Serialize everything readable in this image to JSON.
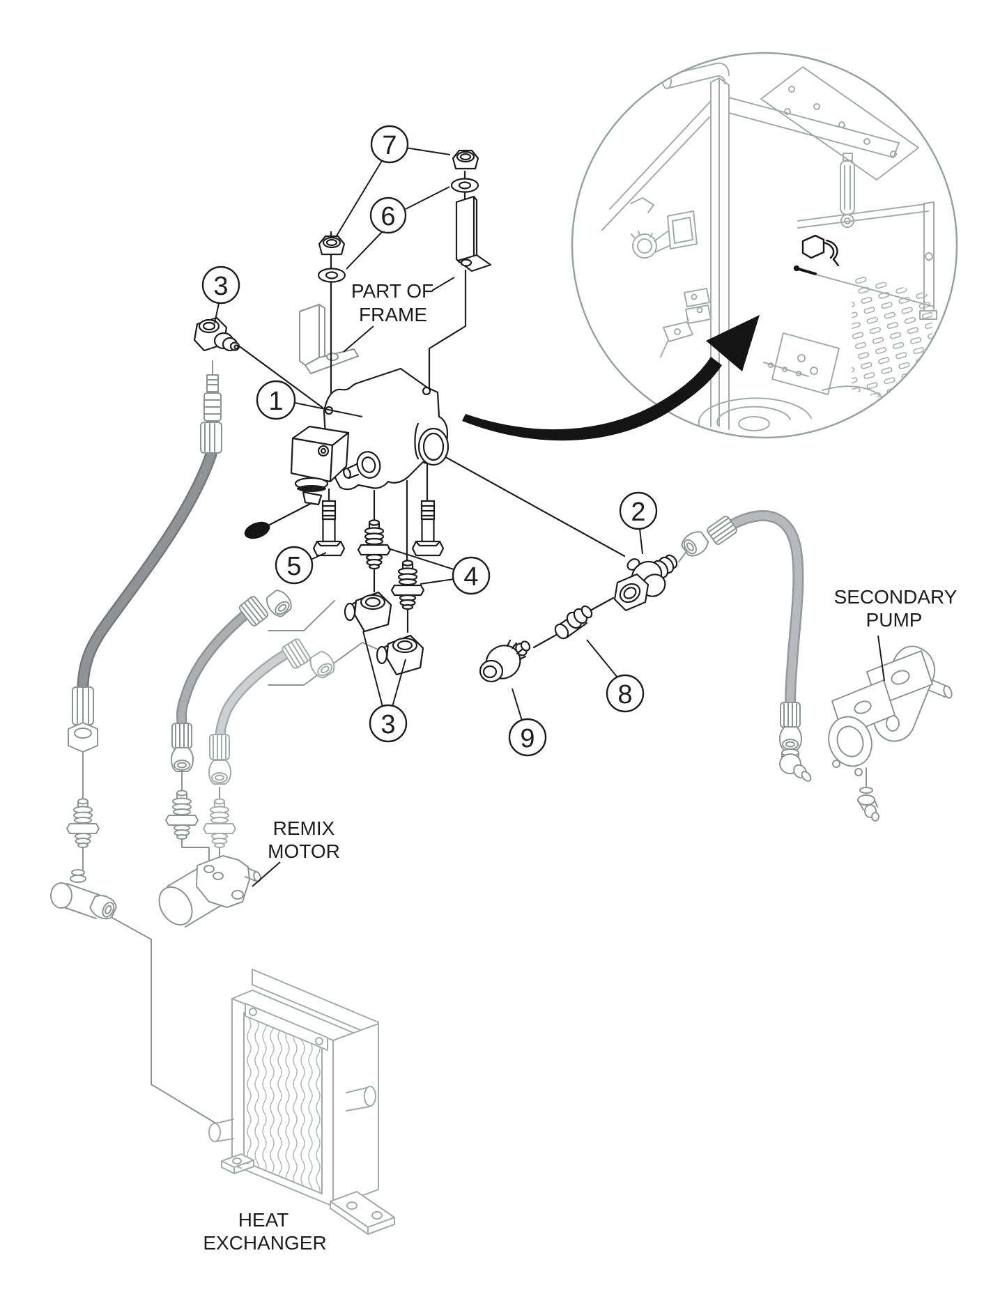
{
  "diagram": {
    "kind": "exploded-parts-diagram",
    "labels": {
      "part_of_frame": {
        "line1": "PART OF",
        "line2": "FRAME"
      },
      "secondary_pump": {
        "line1": "SECONDARY",
        "line2": "PUMP"
      },
      "remix_motor": {
        "line1": "REMIX",
        "line2": "MOTOR"
      },
      "heat_exchanger": {
        "line1": "HEAT",
        "line2": "EXCHANGER"
      }
    },
    "callouts": {
      "c1": {
        "number": "1"
      },
      "c2": {
        "number": "2"
      },
      "c3a": {
        "number": "3"
      },
      "c3b": {
        "number": "3"
      },
      "c4": {
        "number": "4"
      },
      "c5": {
        "number": "5"
      },
      "c6": {
        "number": "6"
      },
      "c7": {
        "number": "7"
      },
      "c8": {
        "number": "8"
      },
      "c9": {
        "number": "9"
      }
    },
    "colors": {
      "line": "#1c1c1c",
      "gray_part": "#8e9294",
      "hose_dark": "#8f9396",
      "hose_medium": "#abafb1",
      "hose_light": "#cdd0d1",
      "hose_right": "#b7babc"
    }
  }
}
